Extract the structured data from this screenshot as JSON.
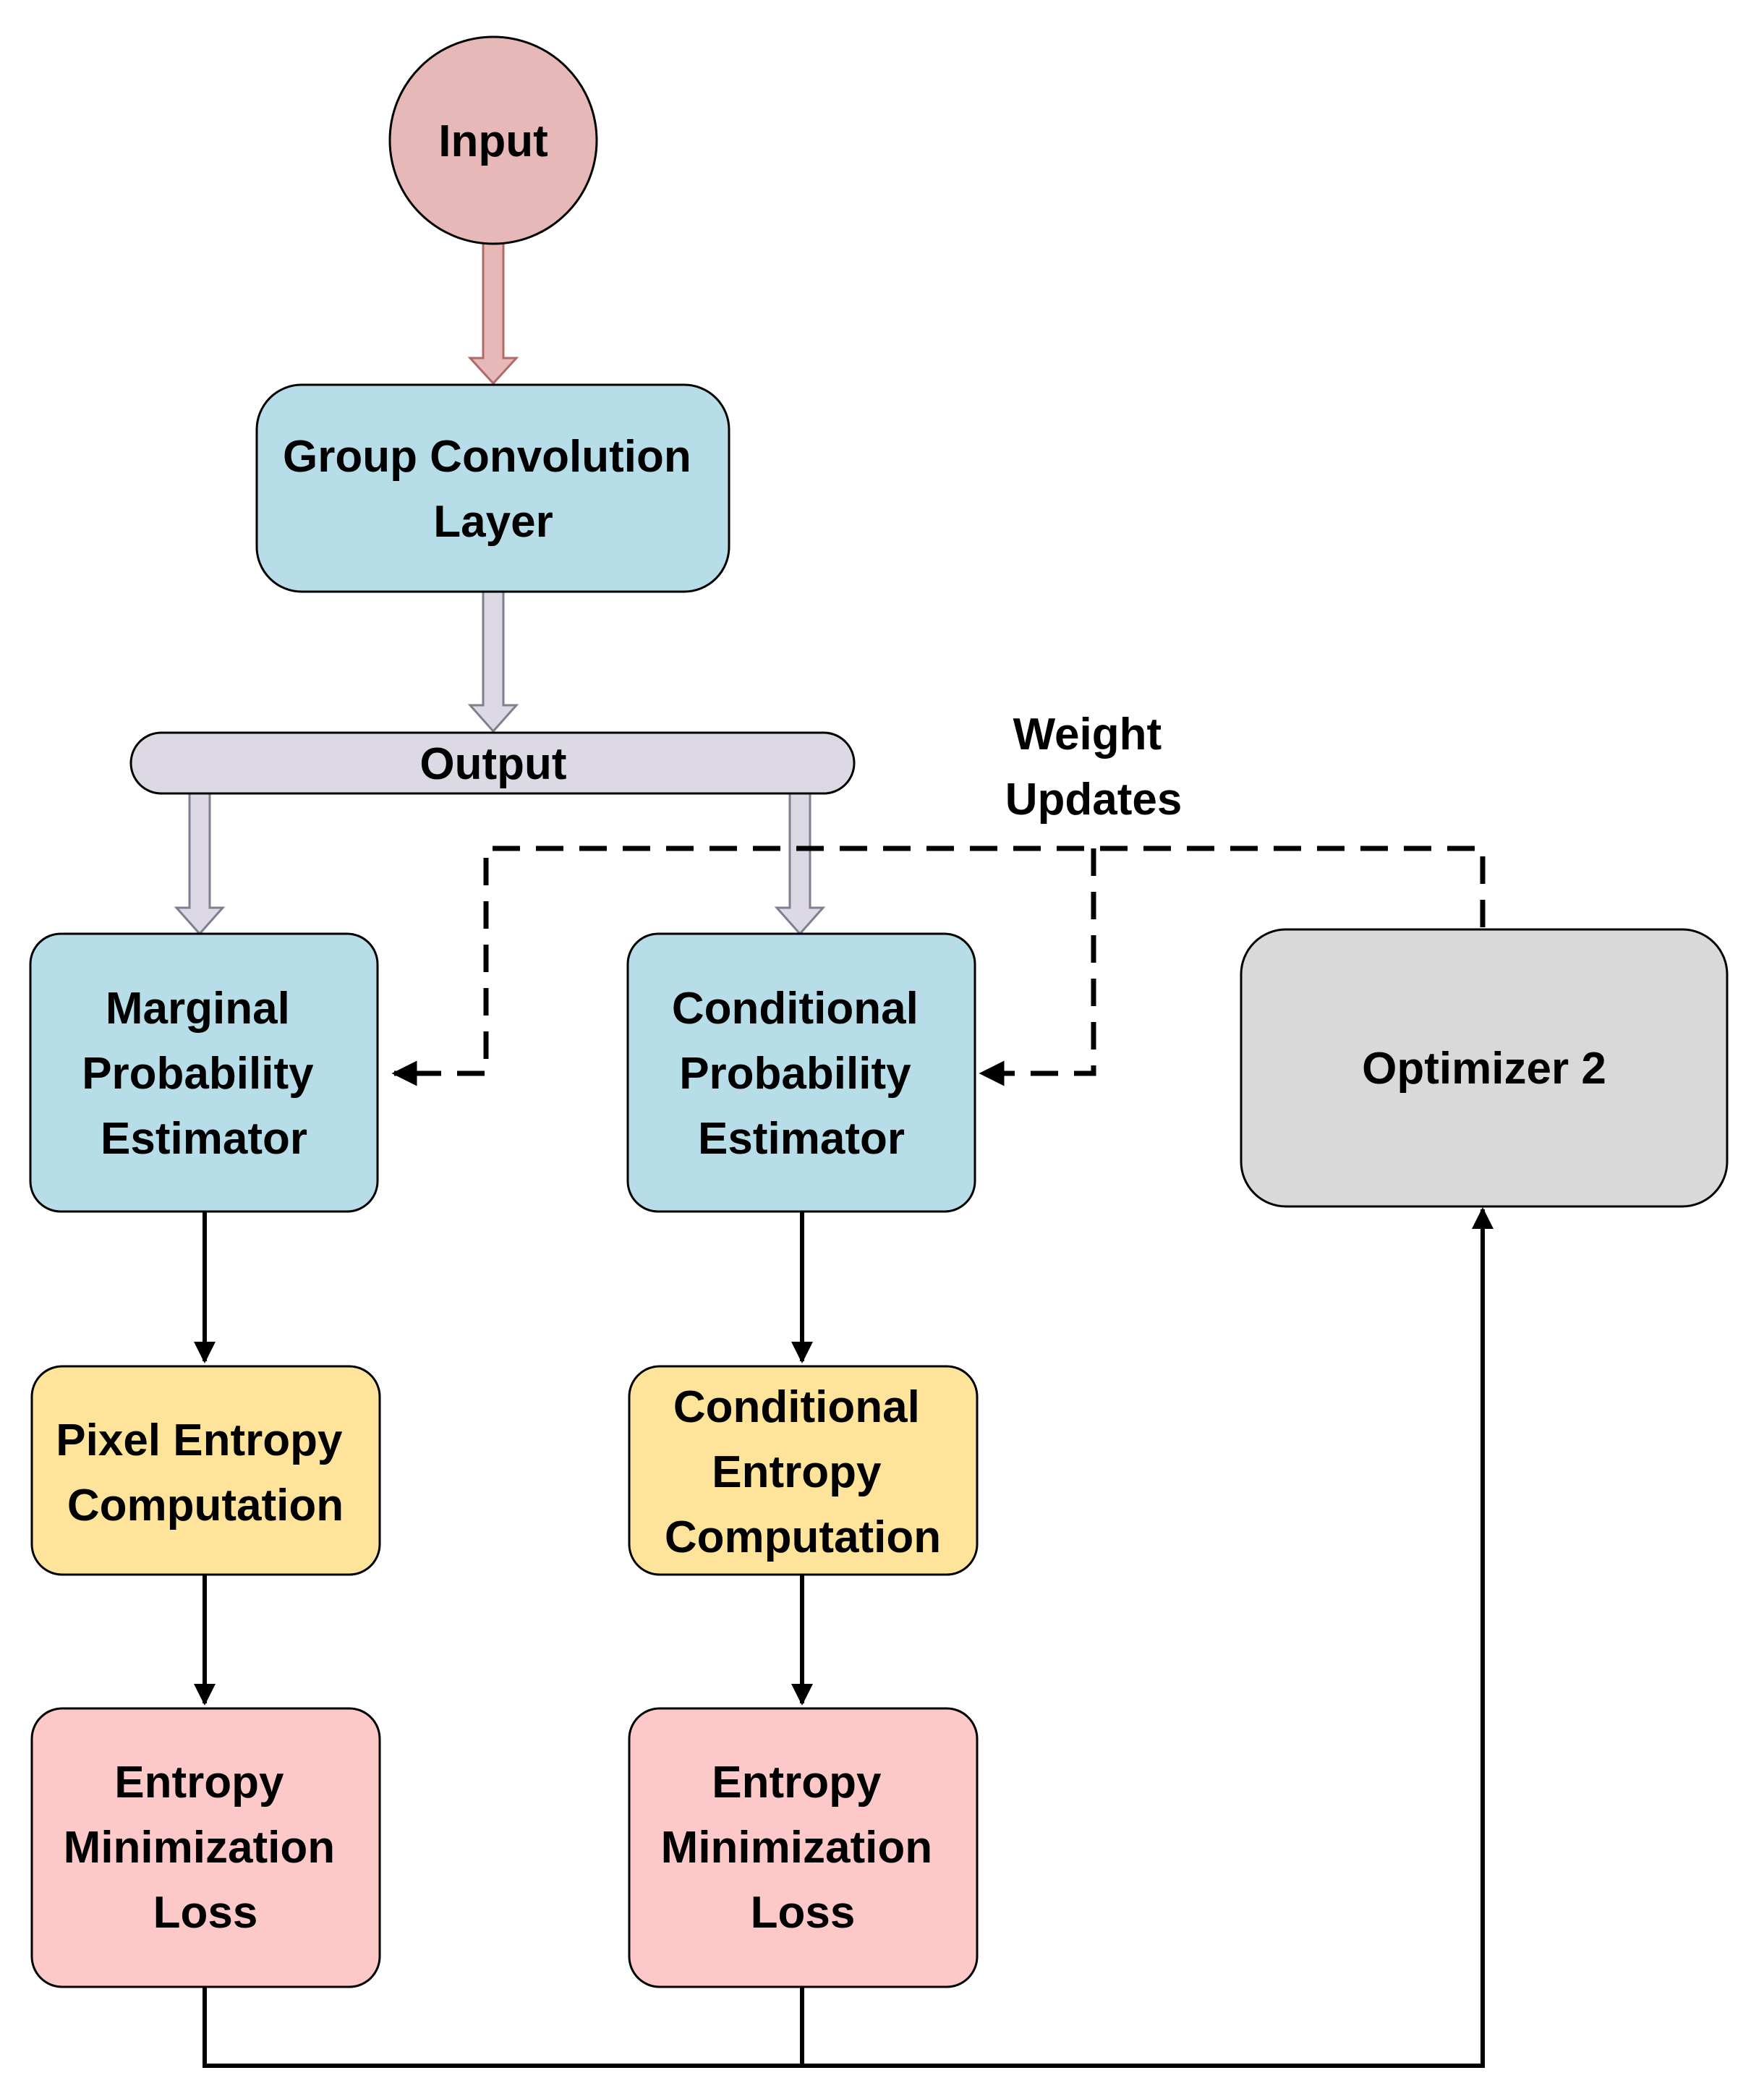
{
  "nodes": {
    "input": {
      "label": [
        "Input"
      ],
      "fill": "#e6b8b7"
    },
    "group_conv": {
      "label": [
        "Group Convolution",
        "Layer"
      ],
      "fill": "#b7dde8"
    },
    "output": {
      "label": [
        "Output"
      ],
      "fill": "#ddd9e4"
    },
    "marginal": {
      "label": [
        "Marginal",
        "Probability",
        "Estimator"
      ],
      "fill": "#b7dde8"
    },
    "conditional": {
      "label": [
        "Conditional",
        "Probability",
        "Estimator"
      ],
      "fill": "#b7dde8"
    },
    "optimizer": {
      "label": [
        "Optimizer 2"
      ],
      "fill": "#d9d9d9"
    },
    "pixel_entropy": {
      "label": [
        "Pixel Entropy",
        "Computation"
      ],
      "fill": "#fde49a"
    },
    "cond_entropy": {
      "label": [
        "Conditional",
        "Entropy",
        "Computation"
      ],
      "fill": "#fde49a"
    },
    "loss_left": {
      "label": [
        "Entropy",
        "Minimization",
        "Loss"
      ],
      "fill": "#fcc8c8"
    },
    "loss_right": {
      "label": [
        "Entropy",
        "Minimization",
        "Loss"
      ],
      "fill": "#fcc8c8"
    }
  },
  "annotations": {
    "weight_updates": [
      "Weight",
      "Updates"
    ]
  }
}
